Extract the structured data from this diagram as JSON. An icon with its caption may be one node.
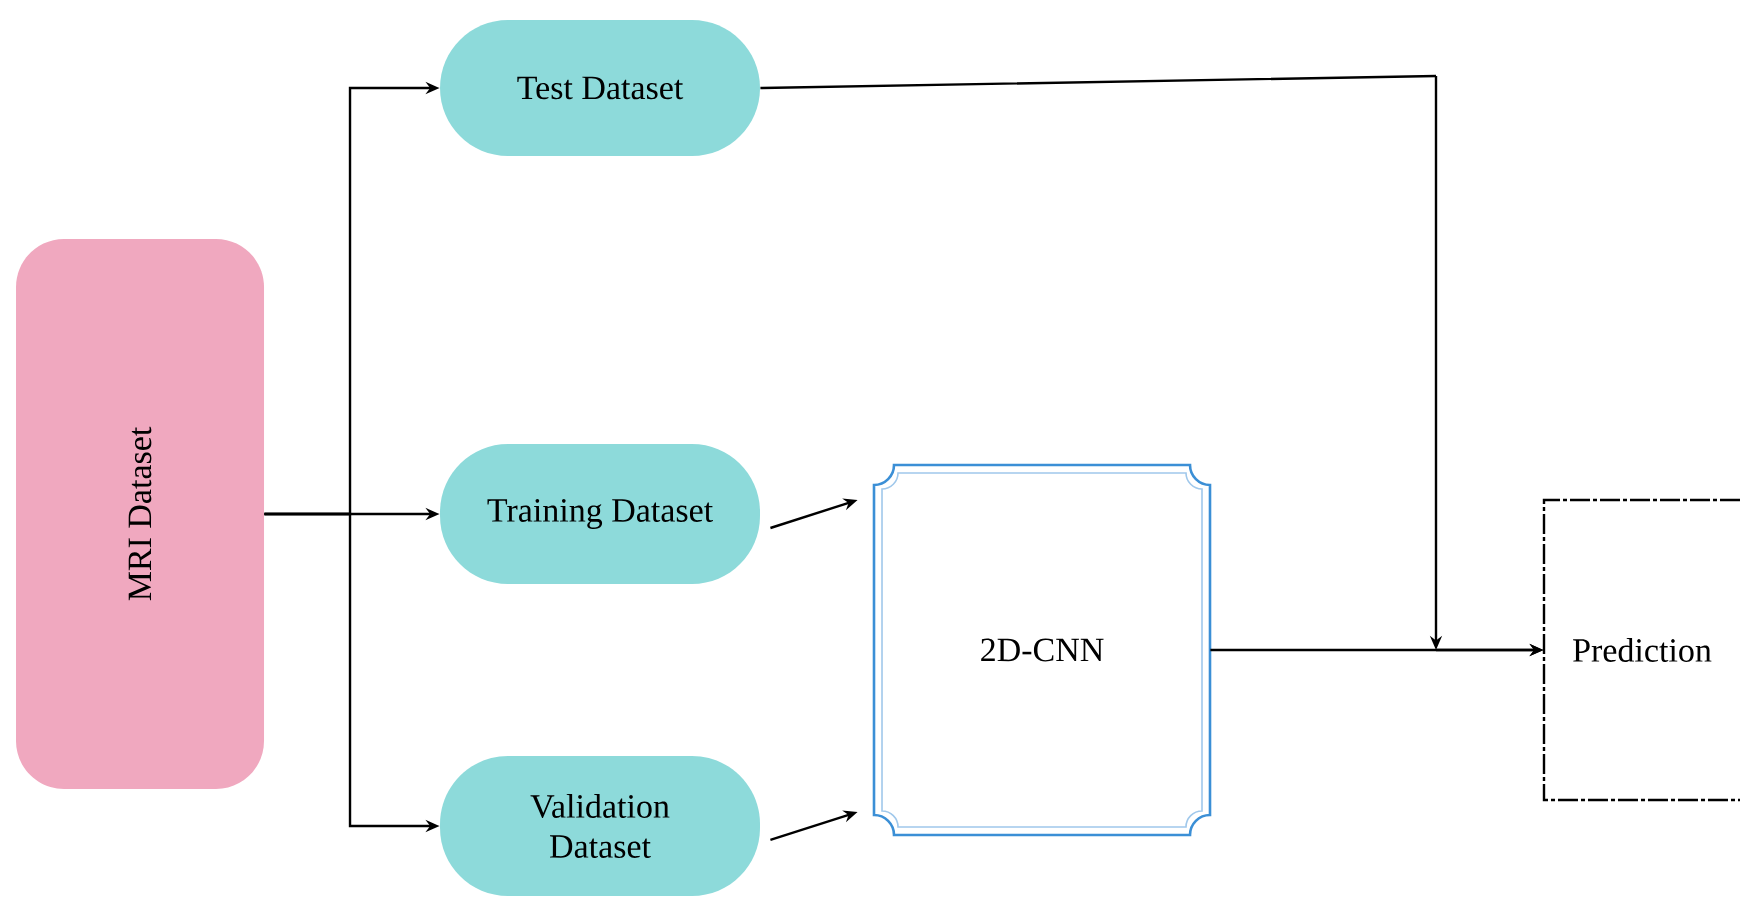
{
  "diagram": {
    "nodes": [
      {
        "text": [
          "MRI Dataset"
        ]
      },
      {
        "text": [
          "Test Dataset"
        ]
      },
      {
        "text": [
          "Training Dataset"
        ]
      },
      {
        "text": [
          "Validation Dataset"
        ]
      },
      {
        "text": [
          "2D-CNN"
        ]
      },
      {
        "text": [
          "Prediction"
        ]
      }
    ],
    "edges": [
      {
        "from": 0,
        "to": 1,
        "arrow": "to"
      },
      {
        "from": 0,
        "to": 2,
        "arrow": "to"
      },
      {
        "from": 0,
        "to": 3,
        "arrow": "to"
      },
      {
        "from": 2,
        "to": 4,
        "arrow": "to"
      },
      {
        "from": 3,
        "to": 4,
        "arrow": "to"
      },
      {
        "from": 1,
        "to": 5,
        "arrow": "to"
      },
      {
        "from": 4,
        "to": 5,
        "arrow": "to"
      }
    ]
  }
}
